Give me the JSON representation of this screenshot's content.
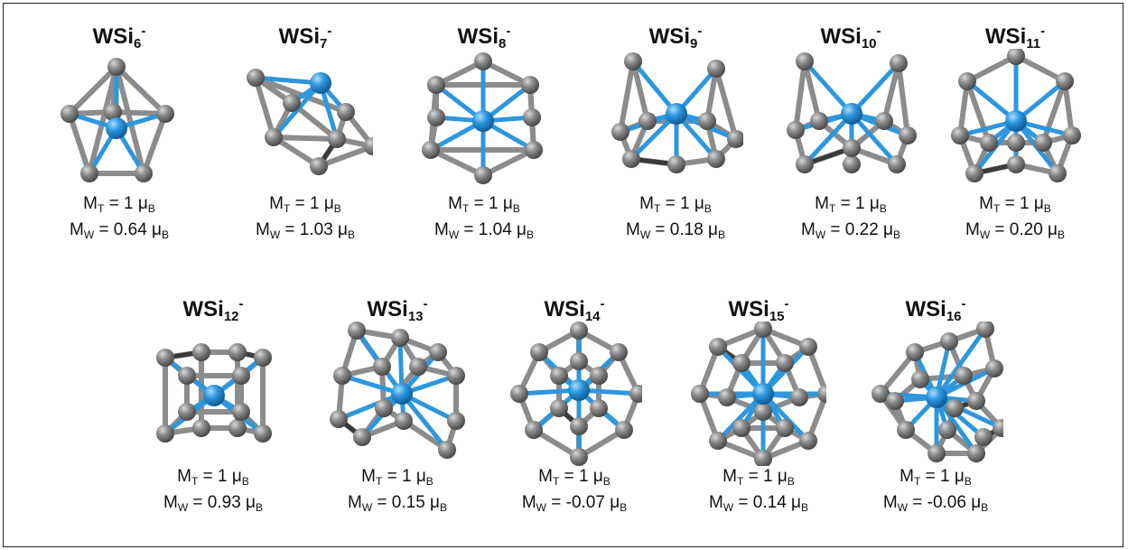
{
  "clusters": [
    {
      "prefix": "WSi",
      "sub": "6",
      "sup": "-",
      "mt_label": "M",
      "mt_sub": "T",
      "mt_value": " = 1 μ",
      "mt_unit": "B",
      "mw_label": "M",
      "mw_sub": "W",
      "mw_value": " = 0.64 μ",
      "mw_unit": "B"
    },
    {
      "prefix": "WSi",
      "sub": "7",
      "sup": "-",
      "mt_label": "M",
      "mt_sub": "T",
      "mt_value": " = 1 μ",
      "mt_unit": "B",
      "mw_label": "M",
      "mw_sub": "W",
      "mw_value": " = 1.03 μ",
      "mw_unit": "B"
    },
    {
      "prefix": "WSi",
      "sub": "8",
      "sup": "-",
      "mt_label": "M",
      "mt_sub": "T",
      "mt_value": " = 1 μ",
      "mt_unit": "B",
      "mw_label": "M",
      "mw_sub": "W",
      "mw_value": " = 1.04 μ",
      "mw_unit": "B"
    },
    {
      "prefix": "WSi",
      "sub": "9",
      "sup": "-",
      "mt_label": "M",
      "mt_sub": "T",
      "mt_value": " = 1 μ",
      "mt_unit": "B",
      "mw_label": "M",
      "mw_sub": "W",
      "mw_value": " = 0.18 μ",
      "mw_unit": "B"
    },
    {
      "prefix": "WSi",
      "sub": "10",
      "sup": "-",
      "mt_label": "M",
      "mt_sub": "T",
      "mt_value": " = 1 μ",
      "mt_unit": "B",
      "mw_label": "M",
      "mw_sub": "W",
      "mw_value": " = 0.22 μ",
      "mw_unit": "B"
    },
    {
      "prefix": "WSi",
      "sub": "11",
      "sup": "-",
      "mt_label": "M",
      "mt_sub": "T",
      "mt_value": " = 1 μ",
      "mt_unit": "B",
      "mw_label": "M",
      "mw_sub": "W",
      "mw_value": " = 0.20 μ",
      "mw_unit": "B"
    },
    {
      "prefix": "WSi",
      "sub": "12",
      "sup": "-",
      "mt_label": "M",
      "mt_sub": "T",
      "mt_value": " = 1 μ",
      "mt_unit": "B",
      "mw_label": "M",
      "mw_sub": "W",
      "mw_value": " = 0.93 μ",
      "mw_unit": "B"
    },
    {
      "prefix": "WSi",
      "sub": "13",
      "sup": "-",
      "mt_label": "M",
      "mt_sub": "T",
      "mt_value": " = 1 μ",
      "mt_unit": "B",
      "mw_label": "M",
      "mw_sub": "W",
      "mw_value": " = 0.15 μ",
      "mw_unit": "B"
    },
    {
      "prefix": "WSi",
      "sub": "14",
      "sup": "-",
      "mt_label": "M",
      "mt_sub": "T",
      "mt_value": " = 1 μ",
      "mt_unit": "B",
      "mw_label": "M",
      "mw_sub": "W",
      "mw_value": " = -0.07 μ",
      "mw_unit": "B"
    },
    {
      "prefix": "WSi",
      "sub": "15",
      "sup": "-",
      "mt_label": "M",
      "mt_sub": "T",
      "mt_value": " = 1 μ",
      "mt_unit": "B",
      "mw_label": "M",
      "mw_sub": "W",
      "mw_value": " = 0.14 μ",
      "mw_unit": "B"
    },
    {
      "prefix": "WSi",
      "sub": "16",
      "sup": "-",
      "mt_label": "M",
      "mt_sub": "T",
      "mt_value": " = 1 μ",
      "mt_unit": "B",
      "mw_label": "M",
      "mw_sub": "W",
      "mw_value": " = -0.06 μ",
      "mw_unit": "B"
    }
  ],
  "colors": {
    "w_atom": "#2d97de",
    "si_atom": "#8a8a8a",
    "bond": "#8c8c8c",
    "border": "#222222"
  },
  "atoms": {
    "tungsten": "W",
    "silicon": "Si"
  }
}
